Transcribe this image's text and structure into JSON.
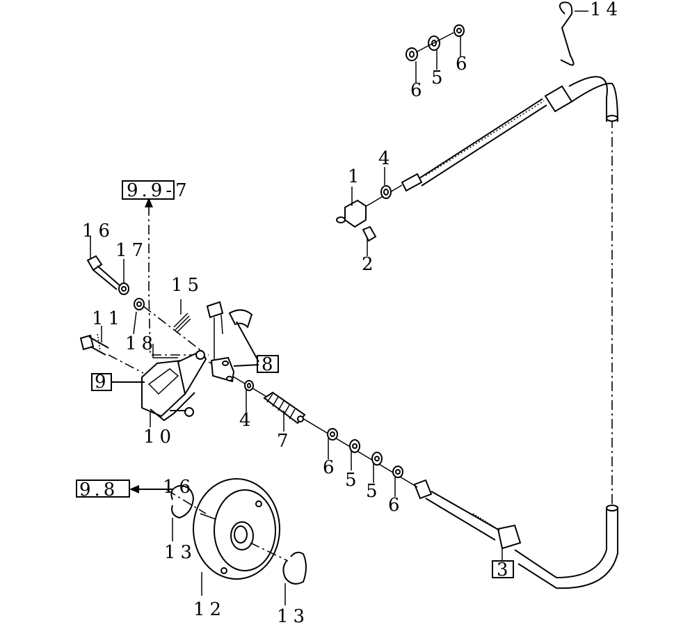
{
  "callouts": {
    "c14": "14",
    "c6a": "6",
    "c5a": "5",
    "c6b": "6",
    "c1a": "1",
    "c4a": "4",
    "c2": "2",
    "c16a": "16",
    "c17": "17",
    "c15": "15",
    "c11": "11",
    "c18": "18",
    "c10": "10",
    "c4b": "4",
    "c7": "7",
    "c6c": "6",
    "c5b": "5",
    "c5c": "5",
    "c6d": "6",
    "c16b": "16",
    "c13a": "13",
    "c12": "12",
    "c13b": "13"
  },
  "references": {
    "ref_top": "9.9-7",
    "ref_left": "9.8"
  },
  "boxed": {
    "b8": "8",
    "b9": "9",
    "b3": "3"
  }
}
